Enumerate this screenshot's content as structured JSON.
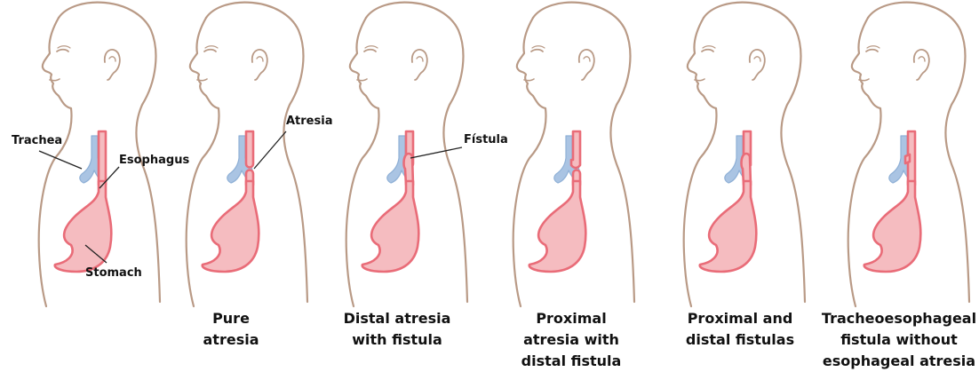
{
  "labels": {
    "trachea": "Trachea",
    "esophagus": "Esophagus",
    "stomach": "Stomach",
    "atresia": "Atresia",
    "fistula": "Fístula"
  },
  "panels": [
    {
      "id": "normal",
      "caption": ""
    },
    {
      "id": "pure-atresia",
      "caption": "Pure\natresia"
    },
    {
      "id": "distal-atresia-with-fistula",
      "caption": "Distal atresia\nwith fistula"
    },
    {
      "id": "proximal-atresia-with-distal-fistula",
      "caption": "Proximal\natresia with\ndistal fistula"
    },
    {
      "id": "proximal-and-distal-fistulas",
      "caption": "Proximal and\ndistal fistulas"
    },
    {
      "id": "tef-without-atresia",
      "caption": "Tracheoesophageal\nfistula without\nesophageal atresia"
    }
  ],
  "colors": {
    "outline": "#b99a86",
    "trachea": "#aac4e3",
    "esophagus_fill": "#f5bcc0",
    "esophagus_stroke": "#e96c78",
    "text": "#111111"
  }
}
